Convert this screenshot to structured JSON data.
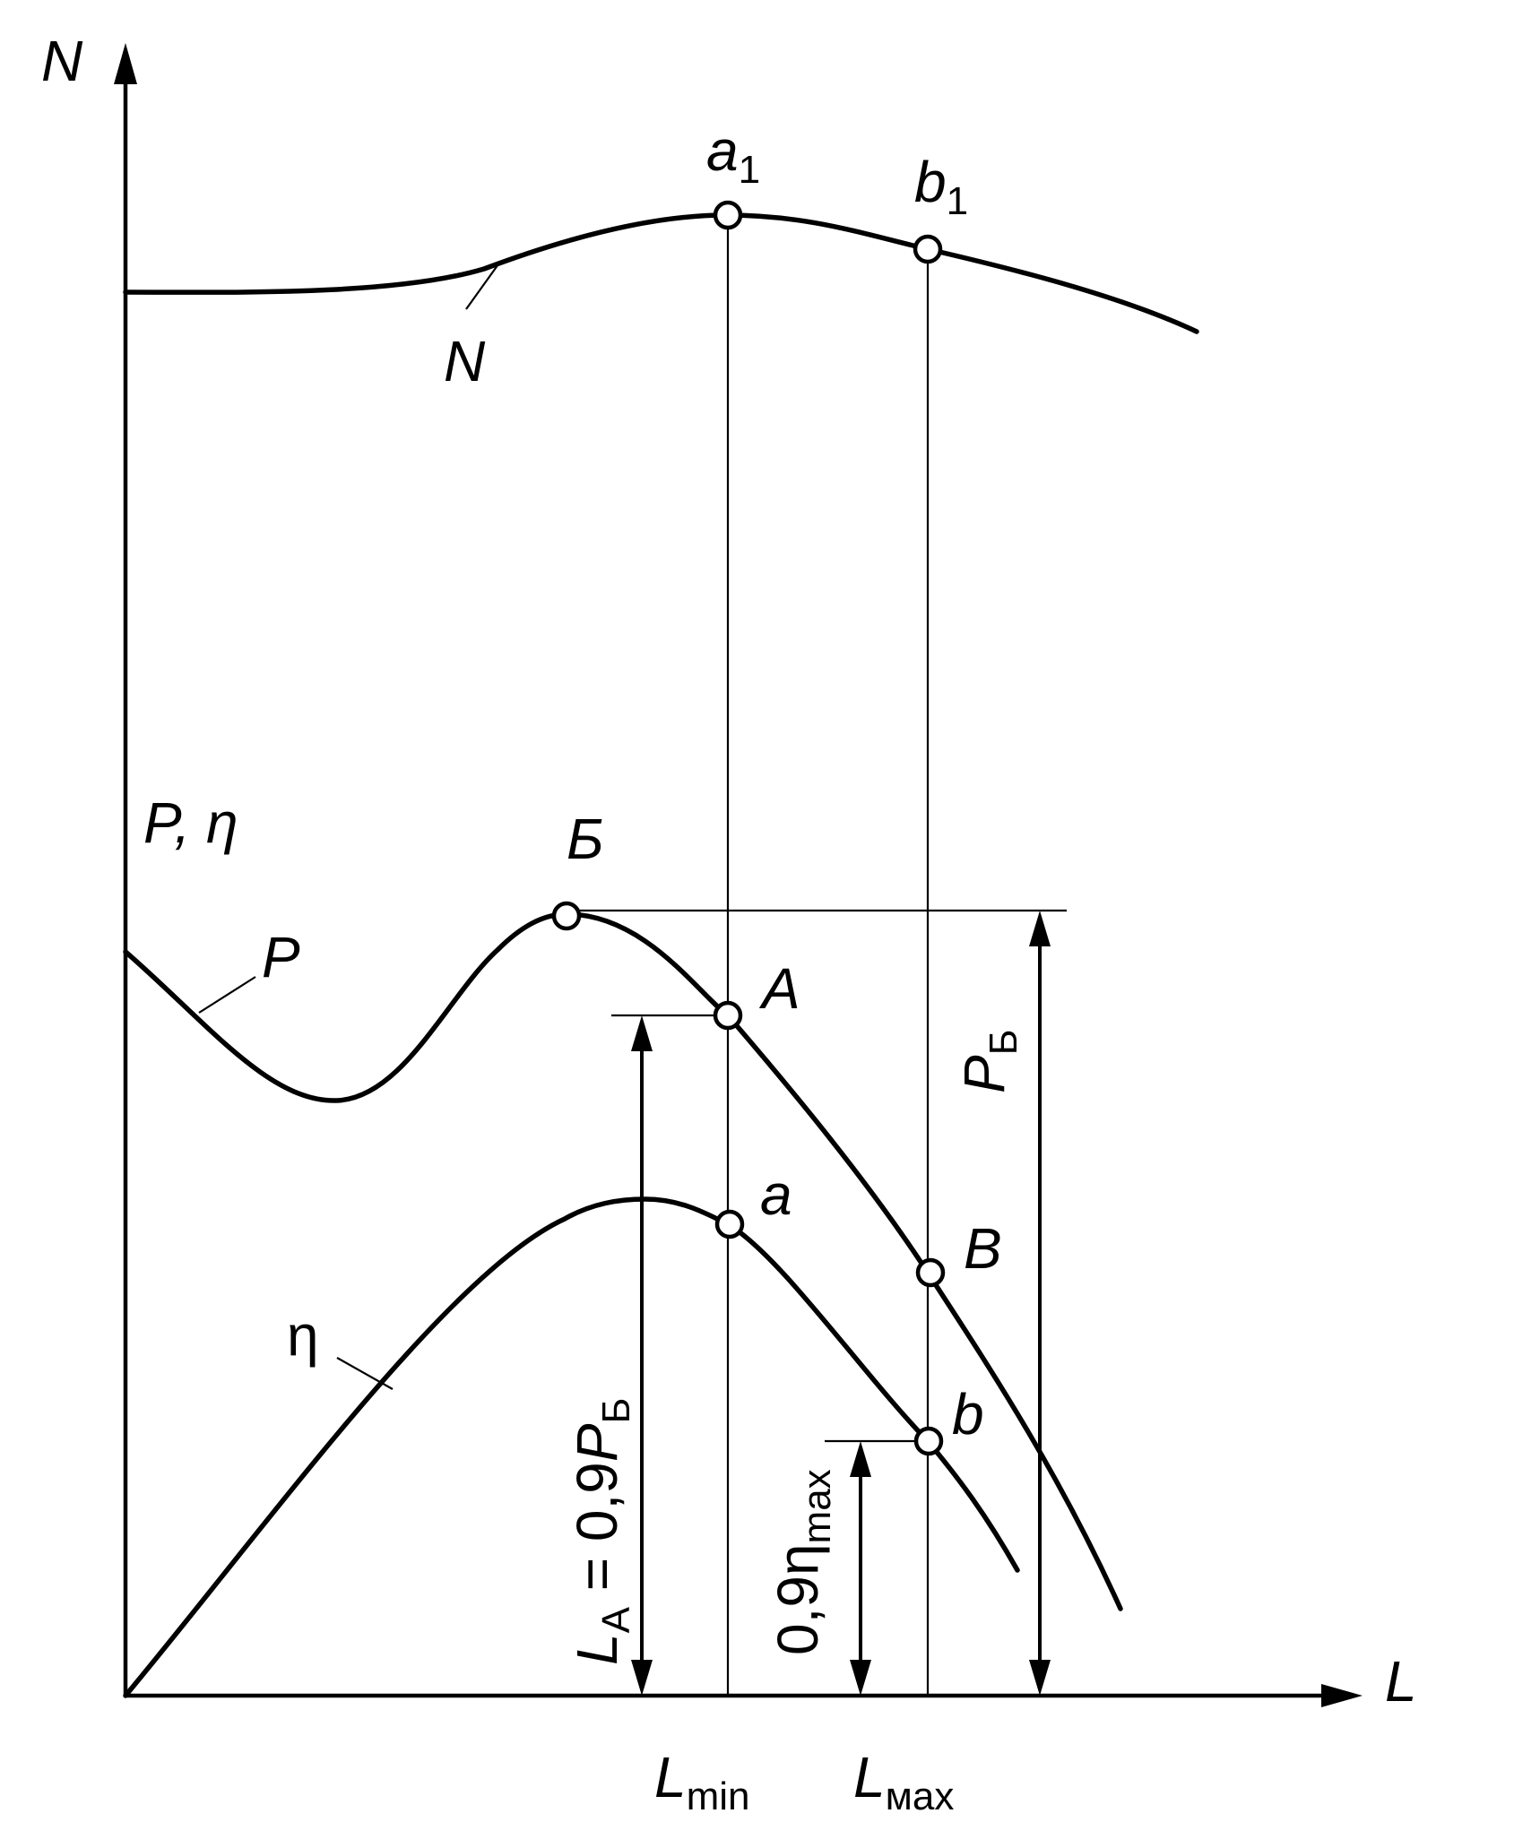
{
  "axes": {
    "y_top": "N",
    "y_bottom": "P, η",
    "x": "L"
  },
  "curves": {
    "N": "N",
    "P": "P",
    "eta": "η"
  },
  "points": {
    "a1": {
      "base": "a",
      "sub": "1"
    },
    "b1": {
      "base": "b",
      "sub": "1"
    },
    "B_cyr": "Б",
    "A": "A",
    "B": "B",
    "a": "a",
    "b": "b"
  },
  "dimensions": {
    "P_B": {
      "base": "P",
      "sub": "Б"
    },
    "L_A": {
      "base": "L",
      "sub": "A",
      "rest": " = 0,9",
      "p": "P",
      "p_sub": "Б"
    },
    "eta09": {
      "base": "0,9η",
      "sub": "max"
    }
  },
  "x_ticks": {
    "L_min": {
      "base": "L",
      "sub": "min"
    },
    "L_max": {
      "base": "L",
      "sub": "мах"
    }
  }
}
